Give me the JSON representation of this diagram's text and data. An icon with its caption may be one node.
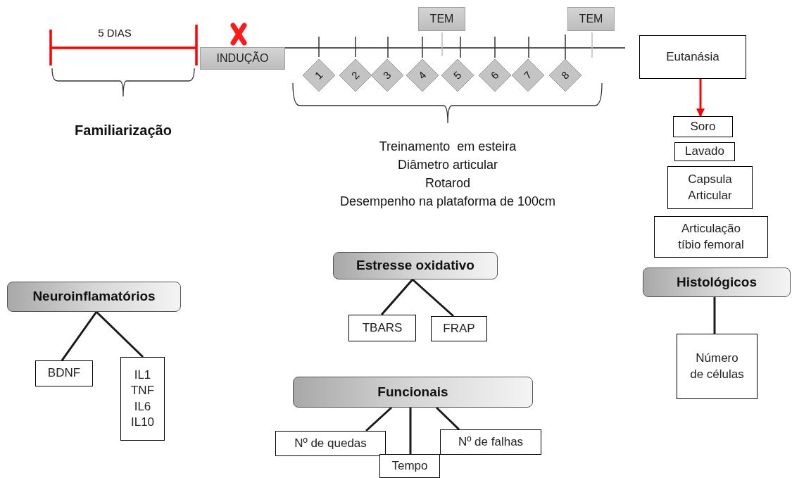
{
  "diagram": {
    "nodes": [
      {
        "text": [
          "INDUÇÃO"
        ]
      },
      {
        "text": [
          "1"
        ]
      },
      {
        "text": [
          "2"
        ]
      },
      {
        "text": [
          "3"
        ]
      },
      {
        "text": [
          "4"
        ]
      },
      {
        "text": [
          "5"
        ]
      },
      {
        "text": [
          "6"
        ]
      },
      {
        "text": [
          "7"
        ]
      },
      {
        "text": [
          "8"
        ]
      },
      {
        "text": [
          "TEM"
        ]
      },
      {
        "text": [
          "TEM"
        ]
      },
      {
        "text": [
          "Eutanásia"
        ]
      },
      {
        "text": [
          "Soro"
        ]
      },
      {
        "text": [
          "Lavado"
        ]
      },
      {
        "text": [
          "Capsula Articular"
        ]
      },
      {
        "text": [
          "Articulação tíbio femoral"
        ]
      },
      {
        "text": [
          "Histológicos"
        ]
      },
      {
        "text": [
          "Número de células"
        ]
      },
      {
        "text": [
          "Neuroinflamatórios"
        ]
      },
      {
        "text": [
          "BDNF"
        ]
      },
      {
        "text": [
          "IL1 TNF IL6 IL10"
        ]
      },
      {
        "text": [
          "Estresse oxidativo"
        ]
      },
      {
        "text": [
          "TBARS"
        ]
      },
      {
        "text": [
          "FRAP"
        ]
      },
      {
        "text": [
          "Funcionais"
        ]
      },
      {
        "text": [
          "Nº de quedas"
        ]
      },
      {
        "text": [
          "Tempo"
        ]
      },
      {
        "text": [
          "Nº de falhas"
        ]
      }
    ],
    "edges": [
      {
        "from": 11,
        "to": 12,
        "arrow": "to",
        "color": "#ff0000"
      },
      {
        "from": 18,
        "to": 19,
        "arrow": "none"
      },
      {
        "from": 18,
        "to": 20,
        "arrow": "none"
      },
      {
        "from": 21,
        "to": 22,
        "arrow": "none"
      },
      {
        "from": 21,
        "to": 23,
        "arrow": "none"
      },
      {
        "from": 24,
        "to": 25,
        "arrow": "none"
      },
      {
        "from": 24,
        "to": 26,
        "arrow": "none"
      },
      {
        "from": 24,
        "to": 27,
        "arrow": "none"
      },
      {
        "from": 16,
        "to": 17,
        "arrow": "none"
      }
    ],
    "labels": [
      "5 DIAS",
      "Familiarização",
      "Treinamento  em esteira",
      "Diâmetro articular",
      "Rotarod",
      "Desempenho na plataforma de 100cm"
    ]
  }
}
